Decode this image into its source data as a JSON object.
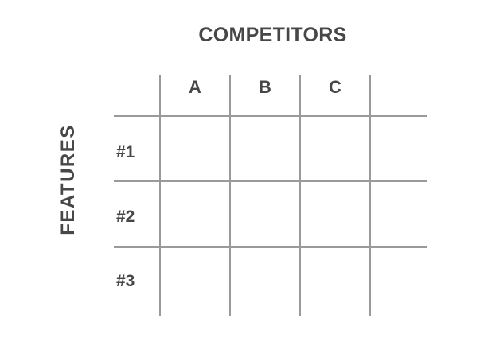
{
  "diagram": {
    "title": "COMPETITORS",
    "side_title": "FEATURES",
    "columns": [
      "A",
      "B",
      "C",
      ""
    ],
    "rows": [
      "#1",
      "#2",
      "#3"
    ],
    "line_color": "#9a9a9a",
    "text_color": "#474747"
  }
}
